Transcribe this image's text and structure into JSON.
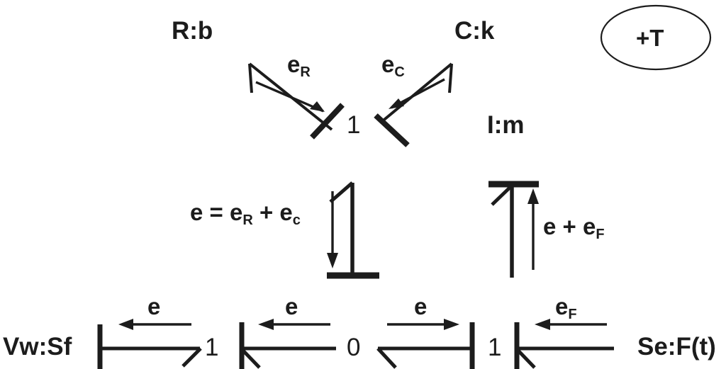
{
  "diagram": {
    "kind": "bond-graph",
    "title_tag": "+T",
    "elements": {
      "resistor": "R:b",
      "capacitor": "C:k",
      "inertia": "I:m",
      "flow_source": "Vw:Sf",
      "effort_source": "Se:F(t)"
    },
    "junctions": {
      "top_one": "1",
      "left_one": "1",
      "zero": "0",
      "right_one": "1"
    },
    "bond_labels": {
      "e_r": "e",
      "e_r_sub": "R",
      "e_c": "e",
      "e_c_sub": "C",
      "e_left": "e",
      "e_mid": "e",
      "e_right": "e",
      "e_f": "e",
      "e_f_sub": "F"
    },
    "equations": {
      "sum_effort": "e = e",
      "sum_effort_sub1": "R",
      "sum_effort_mid": " + e",
      "sum_effort_sub2": "c",
      "vertical_right": "e + e",
      "vertical_right_sub": "F"
    },
    "colors": {
      "ink": "#1c1c1c",
      "background": "#ffffff"
    }
  }
}
